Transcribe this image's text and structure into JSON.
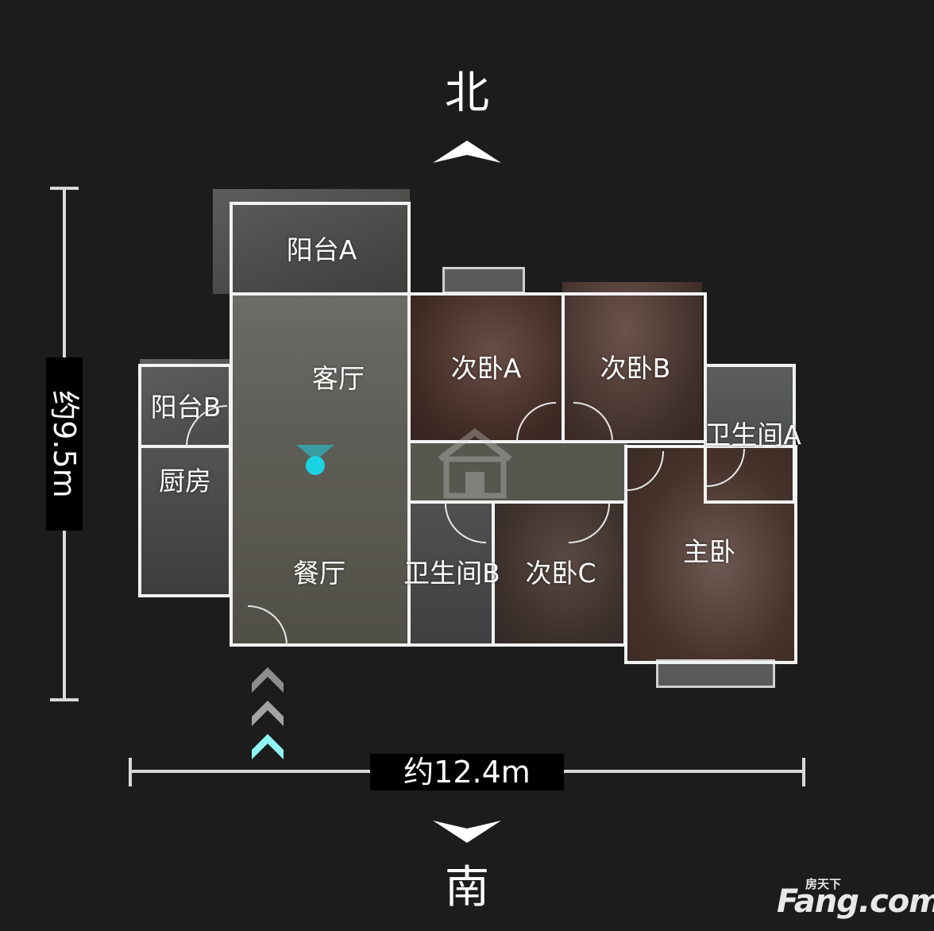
{
  "compass": {
    "north_label": "北",
    "south_label": "南"
  },
  "dimensions": {
    "height_label": "约9.5m",
    "width_label": "约12.4m"
  },
  "rooms": {
    "balcony_a": "阳台A",
    "living_room": "客厅",
    "bedroom_a": "次卧A",
    "bedroom_b": "次卧B",
    "balcony_b": "阳台B",
    "bathroom_a": "卫生间A",
    "kitchen": "厨房",
    "dining_room": "餐厅",
    "bathroom_b": "卫生间B",
    "bedroom_c": "次卧C",
    "master_bedroom": "主卧"
  },
  "watermark": {
    "brand_cn": "房天下",
    "brand": "Fang.com"
  },
  "colors": {
    "background": "#1c1c1d",
    "wall": "#f2f2f2",
    "viewpoint": "#19d3e3",
    "entry_arrow_active": "#8ff4f4",
    "entry_arrow_inactive": "#9a9a9a"
  },
  "icons": [
    "north-arrow-icon",
    "south-arrow-icon",
    "viewpoint-marker-icon",
    "entry-chevron-icon",
    "house-watermark-icon"
  ]
}
